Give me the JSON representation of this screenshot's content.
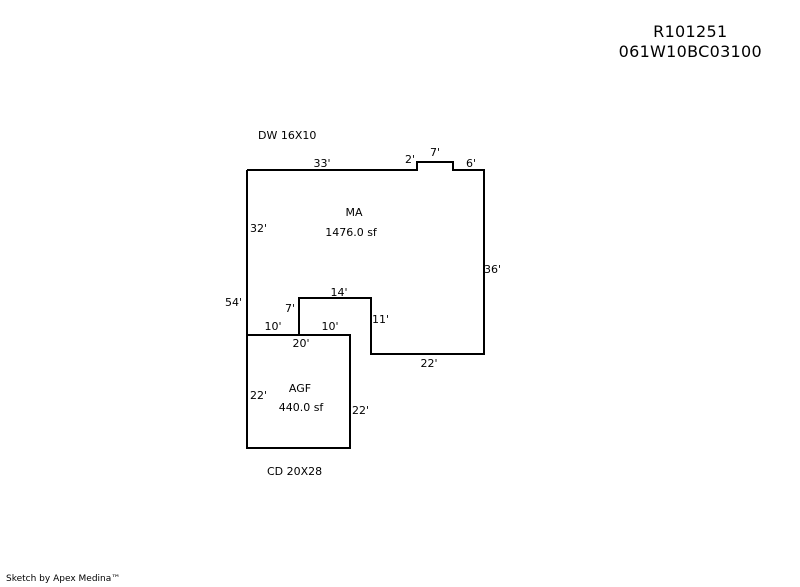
{
  "header": {
    "parcel_id": "R101251",
    "map_number": "061W10BC03100"
  },
  "labels": {
    "dw_note": "DW 16X10",
    "cd_note": "CD 20X28"
  },
  "areas": {
    "main": {
      "code": "MA",
      "area": "1476.0 sf"
    },
    "garage": {
      "code": "AGF",
      "area": "440.0 sf"
    }
  },
  "dimensions": {
    "ma_top_left": "33'",
    "ma_top_step_up": "2'",
    "ma_top_bump": "7'",
    "ma_top_right": "6'",
    "ma_right": "36'",
    "ma_bottom": "22'",
    "ma_inner_right": "11'",
    "ma_inner_top": "14'",
    "ma_inner_left": "7'",
    "ma_left_upper": "32'",
    "ma_left_total": "54'",
    "agf_top_left": "10'",
    "agf_top_right": "10'",
    "agf_top": "20'",
    "agf_left": "22'",
    "agf_right": "22'"
  },
  "footer": {
    "credit": "Sketch by Apex Medina™"
  }
}
